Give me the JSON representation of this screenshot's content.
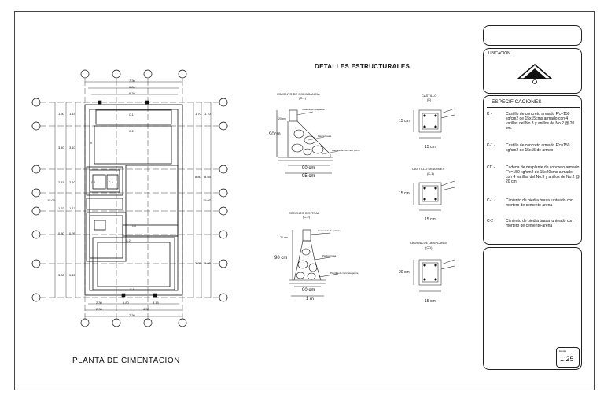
{
  "plan": {
    "title": "PLANTA DE CIMENTACION",
    "dims_top": [
      "7.30",
      "6.80",
      "6.70"
    ],
    "dims_bottom": [
      "2.30",
      "1.80",
      "3.15",
      "2.30",
      "4.50",
      "7.30"
    ],
    "dims_left": [
      "1.30",
      "1.15",
      "3.40",
      "3.10",
      "2.15",
      "2.10",
      "1.32",
      "1.17",
      "0.80",
      "0.95",
      "3.30",
      "3.15"
    ],
    "dims_left_total": "15.00",
    "dims_right": [
      "1.70",
      "1.70",
      "8.80",
      "8.55",
      "3.05",
      "3.05"
    ],
    "dims_right_total": "15.00",
    "labels": [
      "C-1",
      "C-2",
      "K",
      "CD",
      "C-1",
      "C-2",
      "C-1",
      "C-2"
    ]
  },
  "details": {
    "title": "DETALLES ESTRUCTURALES",
    "cim_col": {
      "title": "CIMIENTO DE COLINDANCIA",
      "sub": "(C-1)",
      "h": "90cm",
      "h2": "20 cm",
      "w1": "90 cm",
      "w2": "95 cm",
      "note1": "Cadena de desplante",
      "note2": "Piedra brasa",
      "note3": "Plantilla de concreto pobre"
    },
    "cim_cen": {
      "title": "CIMIENTO CENTRAL",
      "sub": "(C-2)",
      "h": "90 cm",
      "h2": "20 cm",
      "w1": "90 cm",
      "w2": "1 m",
      "note1": "Cadena de desplante",
      "note2": "Piedra brasa",
      "note3": "Plantilla de concreto pobre"
    },
    "castillo": {
      "title": "CASTILLO",
      "sub": "(K)",
      "side": "15 cm",
      "bottom": "15 cm"
    },
    "castillo_armex": {
      "title": "CASTILLO DE ARMEX",
      "sub": "(K-1)",
      "side": "15 cm",
      "bottom": "15 cm"
    },
    "cadena": {
      "title": "CADENA DE DESPLANTE",
      "sub": "(CD)",
      "side": "20 cm",
      "bottom": "15 cm"
    }
  },
  "ubicacion": {
    "title": "UBICACION"
  },
  "especificaciones": {
    "title": "ESPECIFICACIONES",
    "items": [
      {
        "code": "K -",
        "text": "Castillo de concreto armado F'c=150 kg/cm2 de 15x15cms armado con 4 varillas del No.3 y anillos de No.2 @ 20 cm."
      },
      {
        "code": "K-1 -",
        "text": "Castillo de concreto armado F'c=150 kg/cm2 de 15x15 de armex"
      },
      {
        "code": "CD -",
        "text": "Cadena de desplante de concreto armado F'c=150 kg/cm2 de 15x20cms armado con 4 varillas del No.3 y anillos de No.2 @ 20 cm."
      },
      {
        "code": "C-1 -",
        "text": "Cimiento de piedra brasa junteado con mortero de cemento-arena"
      },
      {
        "code": "C-2 -",
        "text": "Cimiento de piedra brasa junteado con mortero de cemento-arena"
      }
    ]
  },
  "escala": {
    "label": "Escala",
    "value": "1:25"
  }
}
